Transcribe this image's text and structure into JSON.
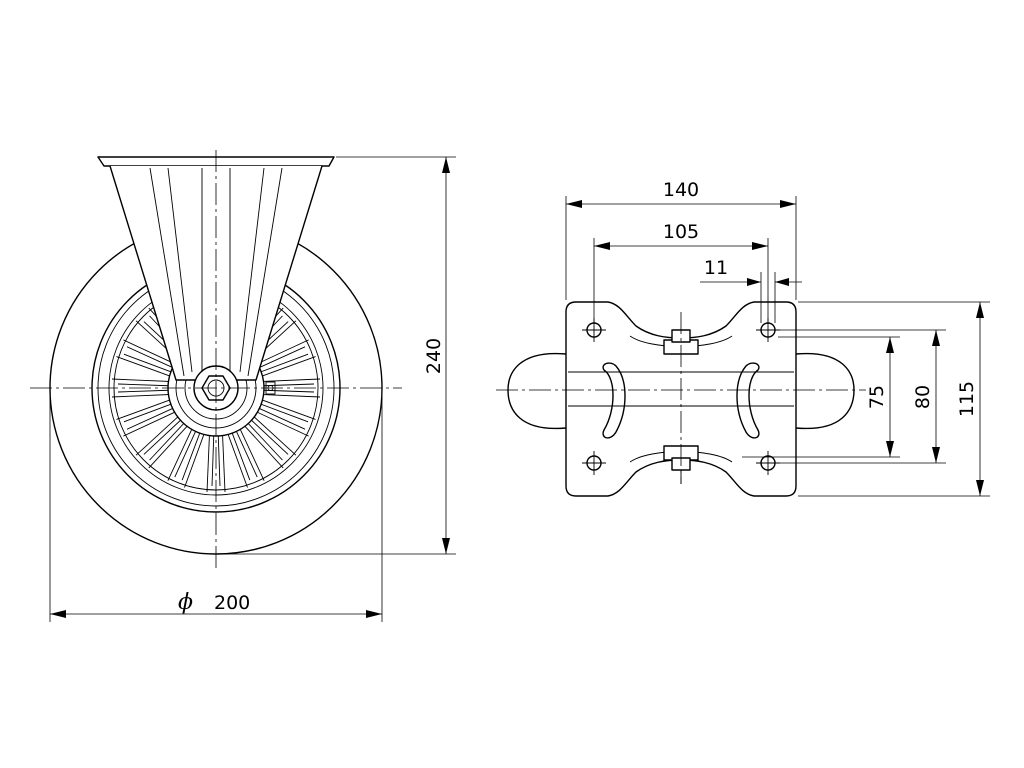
{
  "drawing": {
    "side_view": {
      "diameter_symbol": "ϕ",
      "wheel_diameter": "200",
      "overall_height": "240"
    },
    "top_view": {
      "plate_length": "140",
      "hole_spacing_length": "105",
      "hole_diameter": "11",
      "hole_spacing_width_a": "75",
      "hole_spacing_width_b": "80",
      "plate_width": "115"
    }
  }
}
